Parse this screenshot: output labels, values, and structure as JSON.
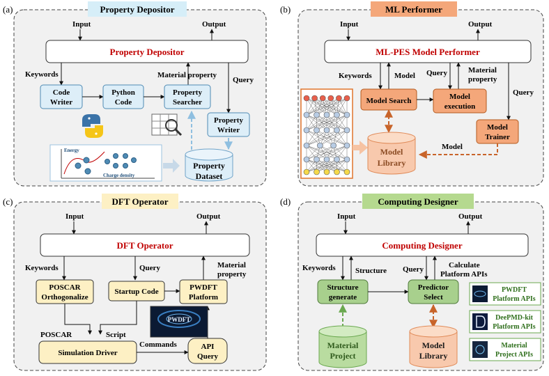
{
  "panels": {
    "a": {
      "letter": "(a)",
      "title": "Property Depositor",
      "input": "Input",
      "output": "Output",
      "main": "Property Depositor",
      "keywords": "Keywords",
      "material_property": "Material property",
      "query": "Query",
      "code_writer": [
        "Code",
        "Writer"
      ],
      "python_code": [
        "Python",
        "Code"
      ],
      "property_searcher": [
        "Property",
        "Searcher"
      ],
      "property_writer": [
        "Property",
        "Writer"
      ],
      "energy": "Energy",
      "charge_density": "Charge density",
      "property_dataset": [
        "Property",
        "Dataset"
      ]
    },
    "b": {
      "letter": "(b)",
      "title": "ML Performer",
      "input": "Input",
      "output": "Output",
      "main": "ML-PES Model Performer",
      "keywords": "Keywords",
      "model": "Model",
      "query": "Query",
      "material_property": [
        "Material",
        "property"
      ],
      "query2": "Query",
      "model_search": "Model Search",
      "model_execution": [
        "Model",
        "execution"
      ],
      "model_trainer": [
        "Model",
        "Trainer"
      ],
      "model_library": [
        "Model",
        "Library"
      ],
      "model_arrow": "Model"
    },
    "c": {
      "letter": "(c)",
      "title": "DFT Operator",
      "input": "Input",
      "output": "Output",
      "main": "DFT Operator",
      "keywords": "Keywords",
      "query": "Query",
      "material_property": [
        "Material",
        "property"
      ],
      "poscar_orth": [
        "POSCAR",
        "Orthogonalize"
      ],
      "startup_code": "Startup Code",
      "pwdft_platform": [
        "PWDFT",
        "Platform"
      ],
      "poscar": "POSCAR",
      "script": "Script",
      "commands": "Commands",
      "simulation_driver": "Simulation Driver",
      "api_query": [
        "API",
        "Query"
      ],
      "pwdft_logo": "PWDFT"
    },
    "d": {
      "letter": "(d)",
      "title": "Computing Designer",
      "input": "Input",
      "output": "Output",
      "main": "Computing Designer",
      "keywords": "Keywords",
      "structure": "Structure",
      "query": "Query",
      "calculate": [
        "Calculate",
        "Platform APIs"
      ],
      "structure_generate": [
        "Structure",
        "generate"
      ],
      "predictor_select": [
        "Predictor",
        "Select"
      ],
      "material_project": [
        "Material",
        "Project"
      ],
      "model_library": [
        "Model",
        "Library"
      ],
      "api1": [
        "PWDFT",
        "Platform APIs"
      ],
      "api2": [
        "DeePMD-kit",
        "Platform APIs"
      ],
      "api3": [
        "Material",
        "Project APIs"
      ]
    }
  },
  "colors": {
    "panel_bg": "#f1f1f1",
    "panel_border": "#555555",
    "red_text": "#c00000",
    "blue_fill": "#ddeef8",
    "blue_stroke": "#4f8bb4",
    "orange_fill": "#f4a77a",
    "orange_stroke": "#b35a1f",
    "yellow_fill": "#fdf0c4",
    "green_fill": "#a8d08d",
    "green_stroke": "#4f7a3a",
    "title_a": "#d6eef8",
    "title_b": "#f4a77a",
    "title_c": "#fdf0c4",
    "title_d": "#b5d98f"
  }
}
